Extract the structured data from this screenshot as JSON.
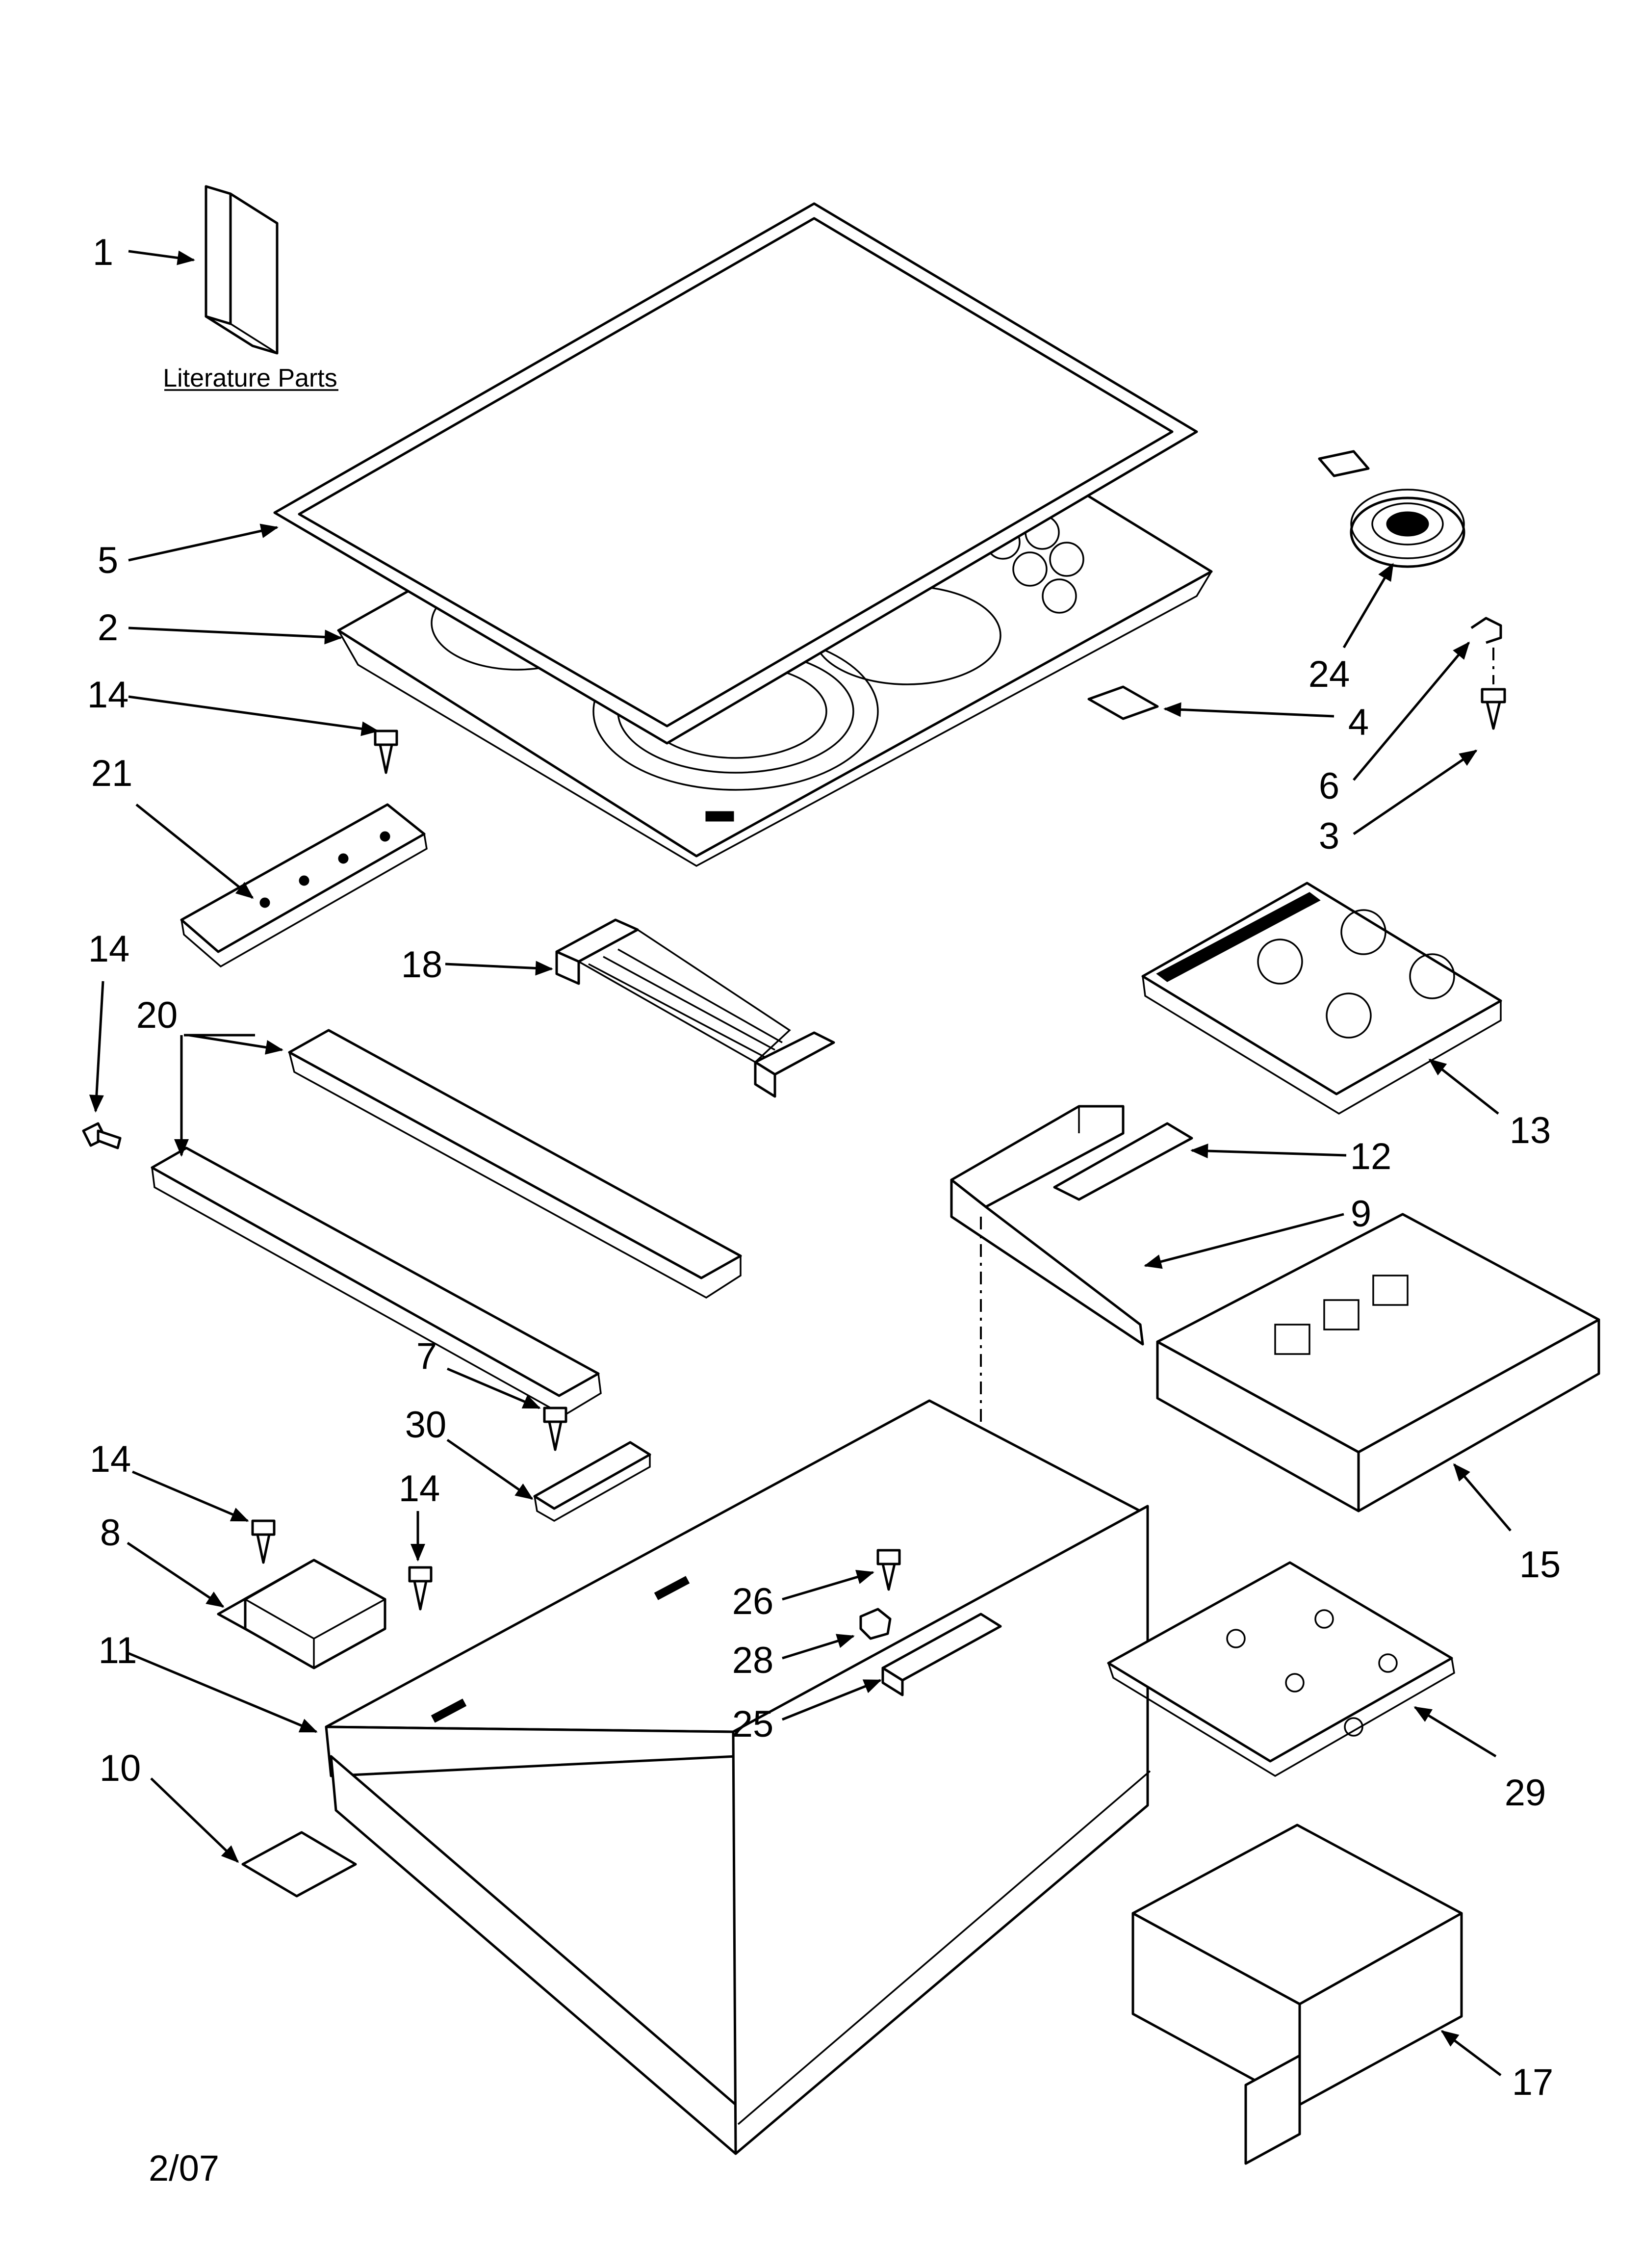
{
  "literature_label": "Literature Parts",
  "revision": "2/07",
  "callouts": [
    {
      "id": "c1",
      "text": "1"
    },
    {
      "id": "c5",
      "text": "5"
    },
    {
      "id": "c2",
      "text": "2"
    },
    {
      "id": "c14a",
      "text": "14"
    },
    {
      "id": "c21",
      "text": "21"
    },
    {
      "id": "c14b",
      "text": "14"
    },
    {
      "id": "c20",
      "text": "20"
    },
    {
      "id": "c18",
      "text": "18"
    },
    {
      "id": "c24",
      "text": "24"
    },
    {
      "id": "c4",
      "text": "4"
    },
    {
      "id": "c6",
      "text": "6"
    },
    {
      "id": "c3",
      "text": "3"
    },
    {
      "id": "c13",
      "text": "13"
    },
    {
      "id": "c12",
      "text": "12"
    },
    {
      "id": "c9",
      "text": "9"
    },
    {
      "id": "c15",
      "text": "15"
    },
    {
      "id": "c7",
      "text": "7"
    },
    {
      "id": "c30",
      "text": "30"
    },
    {
      "id": "c14c",
      "text": "14"
    },
    {
      "id": "c14d",
      "text": "14"
    },
    {
      "id": "c8",
      "text": "8"
    },
    {
      "id": "c11",
      "text": "11"
    },
    {
      "id": "c26",
      "text": "26"
    },
    {
      "id": "c28",
      "text": "28"
    },
    {
      "id": "c25",
      "text": "25"
    },
    {
      "id": "c29",
      "text": "29"
    },
    {
      "id": "c10",
      "text": "10"
    },
    {
      "id": "c17",
      "text": "17"
    }
  ]
}
